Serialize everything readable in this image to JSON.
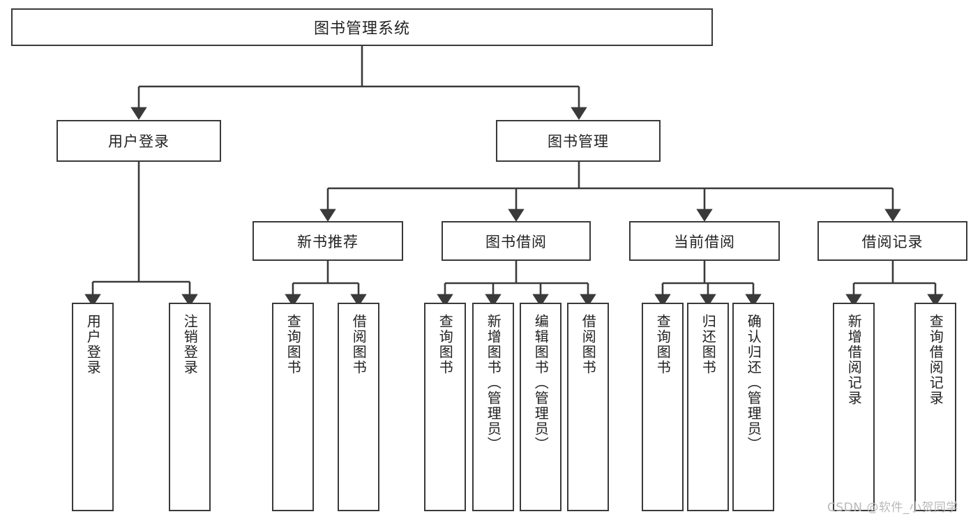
{
  "diagram": {
    "type": "tree-hierarchy",
    "title": "图书管理系统",
    "root": {
      "label": "图书管理系统"
    },
    "level2": [
      {
        "label": "用户登录"
      },
      {
        "label": "图书管理"
      }
    ],
    "level3": [
      {
        "label": "新书推荐"
      },
      {
        "label": "图书借阅"
      },
      {
        "label": "当前借阅"
      },
      {
        "label": "借阅记录"
      }
    ],
    "leaves": {
      "user_login": [
        {
          "label": "用户登录"
        },
        {
          "label": "注销登录"
        }
      ],
      "new_book_recommend": [
        {
          "label": "查询图书"
        },
        {
          "label": "借阅图书"
        }
      ],
      "book_borrow": [
        {
          "label": "查询图书"
        },
        {
          "label": "新增图书（管理员）"
        },
        {
          "label": "编辑图书（管理员）"
        },
        {
          "label": "借阅图书"
        }
      ],
      "current_borrow": [
        {
          "label": "查询图书"
        },
        {
          "label": "归还图书"
        },
        {
          "label": "确认归还（管理员）"
        }
      ],
      "borrow_record": [
        {
          "label": "新增借阅记录"
        },
        {
          "label": "查询借阅记录"
        }
      ]
    }
  },
  "watermark": {
    "text": "CSDN @软件_小贺同学"
  },
  "colors": {
    "stroke": "#3a3a3a",
    "background": "#ffffff",
    "text": "#222222",
    "watermark": "#b9b9b9"
  }
}
